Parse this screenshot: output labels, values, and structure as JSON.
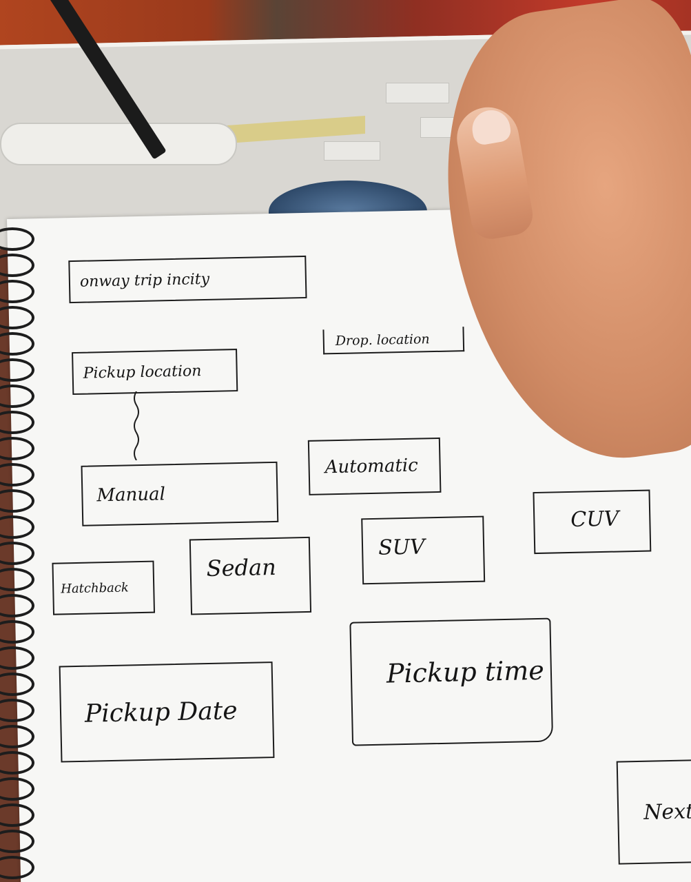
{
  "sketch": {
    "boxes": {
      "trip": "onway trip incity",
      "pickup_location": "Pickup location",
      "drop_location": "Drop. location",
      "manual": "Manual",
      "automatic": "Automatic",
      "hatchback": "Hatchback",
      "sedan": "Sedan",
      "suv": "SUV",
      "cuv": "CUV",
      "pickup_date": "Pickup Date",
      "pickup_time": "Pickup time",
      "next": "Next"
    }
  }
}
